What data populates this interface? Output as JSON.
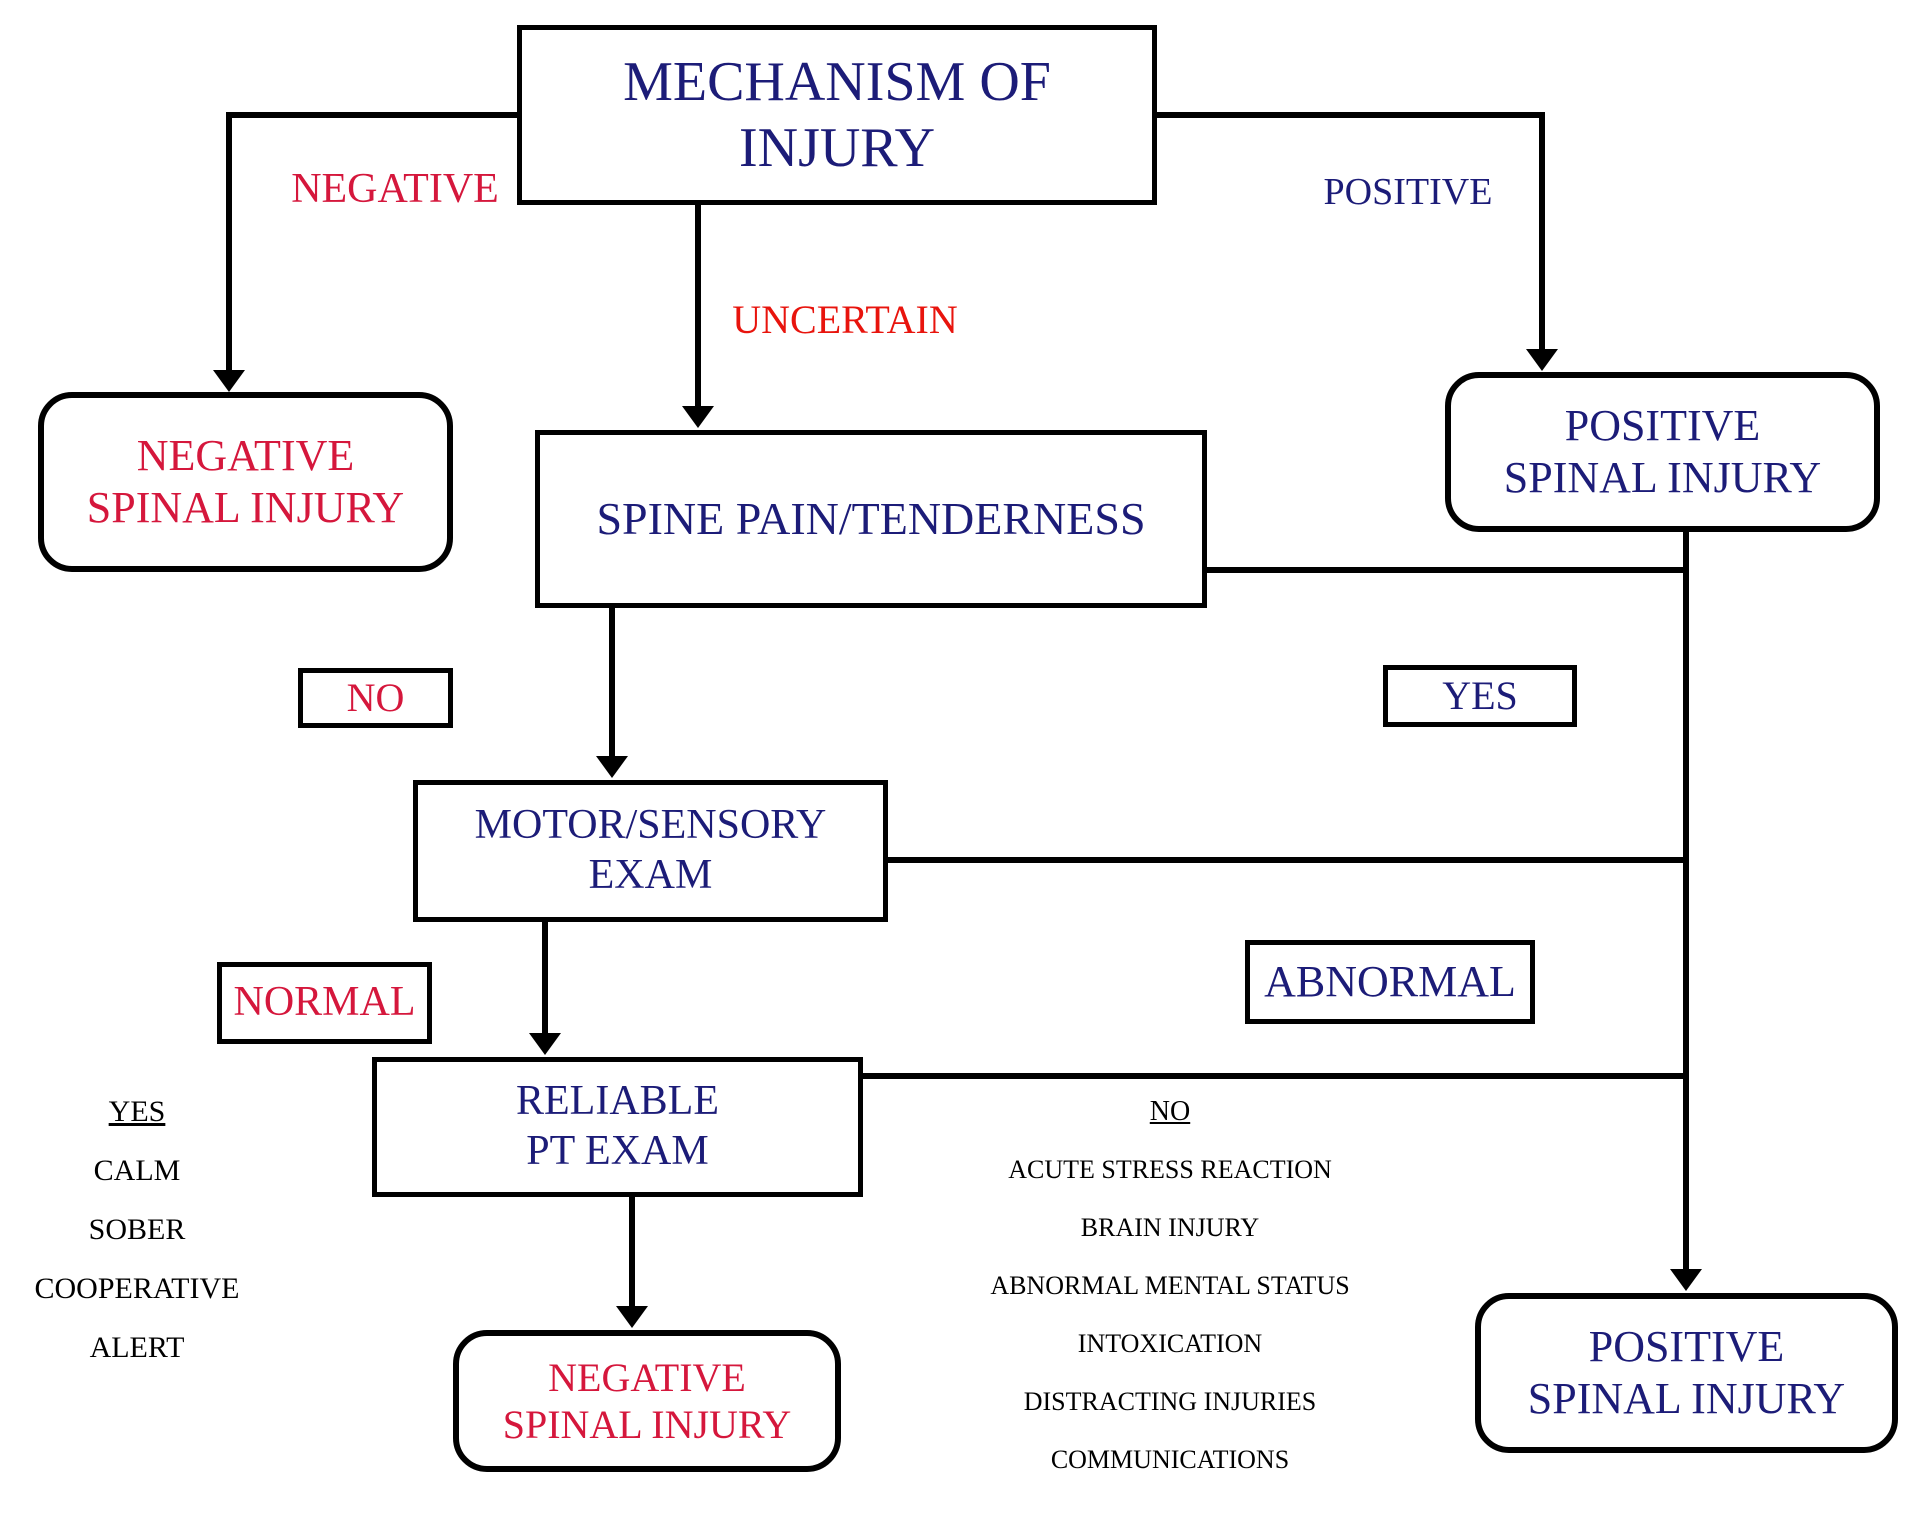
{
  "diagram_title": "Spinal injury clearance decision flowchart",
  "colors": {
    "navy_text": "#1c1c78",
    "crimson_text": "#d5173c",
    "bright_red_text": "#e8140d",
    "line_black": "#000000",
    "background": "#ffffff"
  },
  "nodes": {
    "mechanism": {
      "line1": "MECHANISM OF",
      "line2": "INJURY"
    },
    "spine": {
      "label": "SPINE PAIN/TENDERNESS"
    },
    "motor": {
      "line1": "MOTOR/SENSORY",
      "line2": "EXAM"
    },
    "reliable": {
      "line1": "RELIABLE",
      "line2": "PT EXAM"
    },
    "negative_spinal_left": {
      "line1": "NEGATIVE",
      "line2": "SPINAL INJURY"
    },
    "positive_spinal_top_right": {
      "line1": "POSITIVE",
      "line2": "SPINAL INJURY"
    },
    "negative_spinal_bottom": {
      "line1": "NEGATIVE",
      "line2": "SPINAL INJURY"
    },
    "positive_spinal_bottom_right": {
      "line1": "POSITIVE",
      "line2": "SPINAL INJURY"
    },
    "no_box": {
      "label": "NO"
    },
    "yes_box": {
      "label": "YES"
    },
    "normal_box": {
      "label": "NORMAL"
    },
    "abnormal_box": {
      "label": "ABNORMAL"
    }
  },
  "edge_labels": {
    "negative": "NEGATIVE",
    "positive": "POSITIVE",
    "uncertain": "UNCERTAIN"
  },
  "criteria_yes": {
    "header": "YES",
    "items": [
      "CALM",
      "SOBER",
      "COOPERATIVE",
      "ALERT"
    ]
  },
  "criteria_no": {
    "header": "NO",
    "items": [
      "ACUTE STRESS REACTION",
      "BRAIN INJURY",
      "ABNORMAL MENTAL STATUS",
      "INTOXICATION",
      "DISTRACTING INJURIES",
      "COMMUNICATIONS"
    ]
  }
}
